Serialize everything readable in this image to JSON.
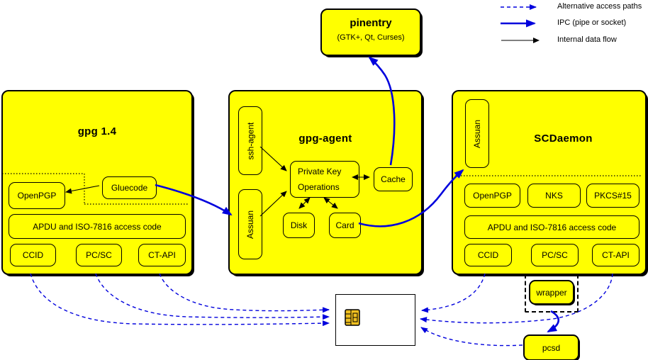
{
  "legend": {
    "alt": "Alternative access paths",
    "ipc": "IPC (pipe or socket)",
    "internal": "Internal data flow"
  },
  "pinentry": {
    "title": "pinentry",
    "subtitle": "(GTK+, Qt, Curses)"
  },
  "gpg14": {
    "title": "gpg 1.4",
    "openpgp": "OpenPGP",
    "gluecode": "Gluecode",
    "apdu": "APDU and ISO-7816 access code",
    "ccid": "CCID",
    "pcsc": "PC/SC",
    "ctapi": "CT-API"
  },
  "gpg_agent": {
    "title": "gpg-agent",
    "ssh_agent": "ssh-agent",
    "assuan": "Assuan",
    "pko_line1": "Private Key",
    "pko_line2": "Operations",
    "cache": "Cache",
    "disk": "Disk",
    "card": "Card"
  },
  "scdaemon": {
    "title": "SCDaemon",
    "assuan": "Assuan",
    "openpgp": "OpenPGP",
    "nks": "NKS",
    "pkcs15": "PKCS#15",
    "apdu": "APDU and ISO-7816 access code",
    "ccid": "CCID",
    "pcsc": "PC/SC",
    "ctapi": "CT-API",
    "wrapper": "wrapper"
  },
  "pcscd": {
    "label": "pcsd"
  },
  "colors": {
    "box_fill": "#ffff00",
    "border": "#000000",
    "ipc_blue": "#0000dd",
    "chip_gold": "#f0c020"
  },
  "connections": [
    {
      "from": "gluecode",
      "to": "gpg-agent-assuan",
      "type": "ipc"
    },
    {
      "from": "gpg-agent-card",
      "to": "scdaemon-assuan",
      "type": "ipc"
    },
    {
      "from": "cache",
      "to": "pinentry",
      "type": "ipc"
    },
    {
      "from": "wrapper",
      "to": "pcsd",
      "type": "ipc"
    },
    {
      "from": "gluecode",
      "to": "openpgp",
      "type": "internal"
    },
    {
      "from": "ssh-agent",
      "to": "private-key-operations",
      "type": "internal"
    },
    {
      "from": "assuan",
      "to": "private-key-operations",
      "type": "internal"
    },
    {
      "from": "private-key-operations",
      "to": "cache",
      "type": "internal-bidir"
    },
    {
      "from": "private-key-operations",
      "to": "disk",
      "type": "internal-bidir"
    },
    {
      "from": "private-key-operations",
      "to": "card",
      "type": "internal-bidir"
    },
    {
      "from": "gpg14-ccid",
      "to": "smartcard",
      "type": "alternative"
    },
    {
      "from": "gpg14-pcsc",
      "to": "smartcard",
      "type": "alternative"
    },
    {
      "from": "gpg14-ctapi",
      "to": "smartcard",
      "type": "alternative"
    },
    {
      "from": "scdaemon-ccid",
      "to": "smartcard",
      "type": "alternative"
    },
    {
      "from": "scdaemon-ctapi",
      "to": "smartcard",
      "type": "alternative"
    },
    {
      "from": "pcsd",
      "to": "smartcard",
      "type": "alternative"
    }
  ]
}
